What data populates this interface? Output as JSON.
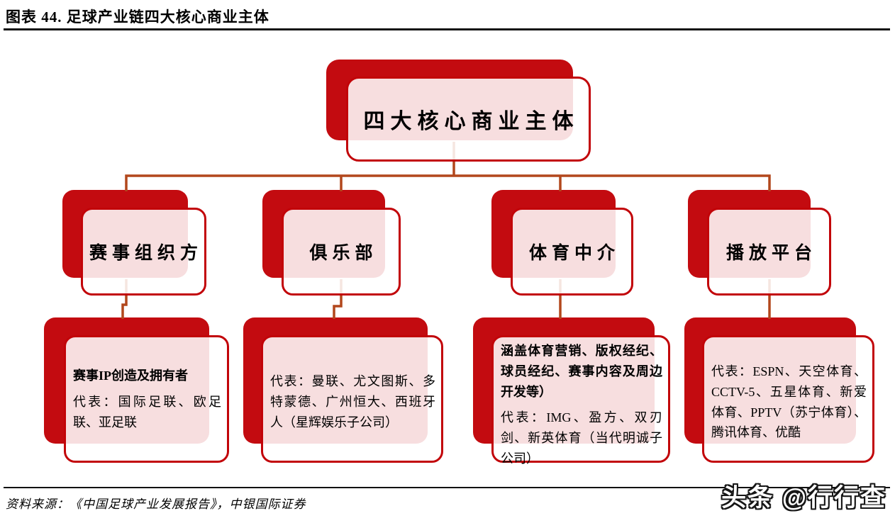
{
  "title": "图表 44. 足球产业链四大核心商业主体",
  "root": {
    "label": "四大核心商业主体"
  },
  "branches": [
    {
      "label": "赛事组织方",
      "desc_bold": "赛事IP创造及拥有者",
      "desc": "代表：国际足联、欧足联、亚足联"
    },
    {
      "label": "俱乐部",
      "desc_bold": "",
      "desc": "代表：曼联、尤文图斯、多特蒙德、广州恒大、西班牙人（星辉娱乐子公司）"
    },
    {
      "label": "体育中介",
      "desc_bold": "涵盖体育营销、版权经纪、球员经纪、赛事内容及周边开发等）",
      "desc": "代表：IMG、盈方、双刃剑、新英体育（当代明诚子公司）"
    },
    {
      "label": "播放平台",
      "desc_bold": "",
      "desc": "代表：ESPN、天空体育、CCTV-5、五星体育、新爱体育、PPTV（苏宁体育）、腾讯体育、优酷"
    }
  ],
  "footer": {
    "source": "资料来源：《中国足球产业发展报告》，中银国际证券",
    "watermark": "头条 @行行查"
  },
  "colors": {
    "box_red": "#C30B10",
    "border_red": "#C20409",
    "connector_brown": "#B2471C",
    "panel_pink": "#F6DEDE",
    "rule_black": "#111111",
    "text_black": "#000000"
  }
}
